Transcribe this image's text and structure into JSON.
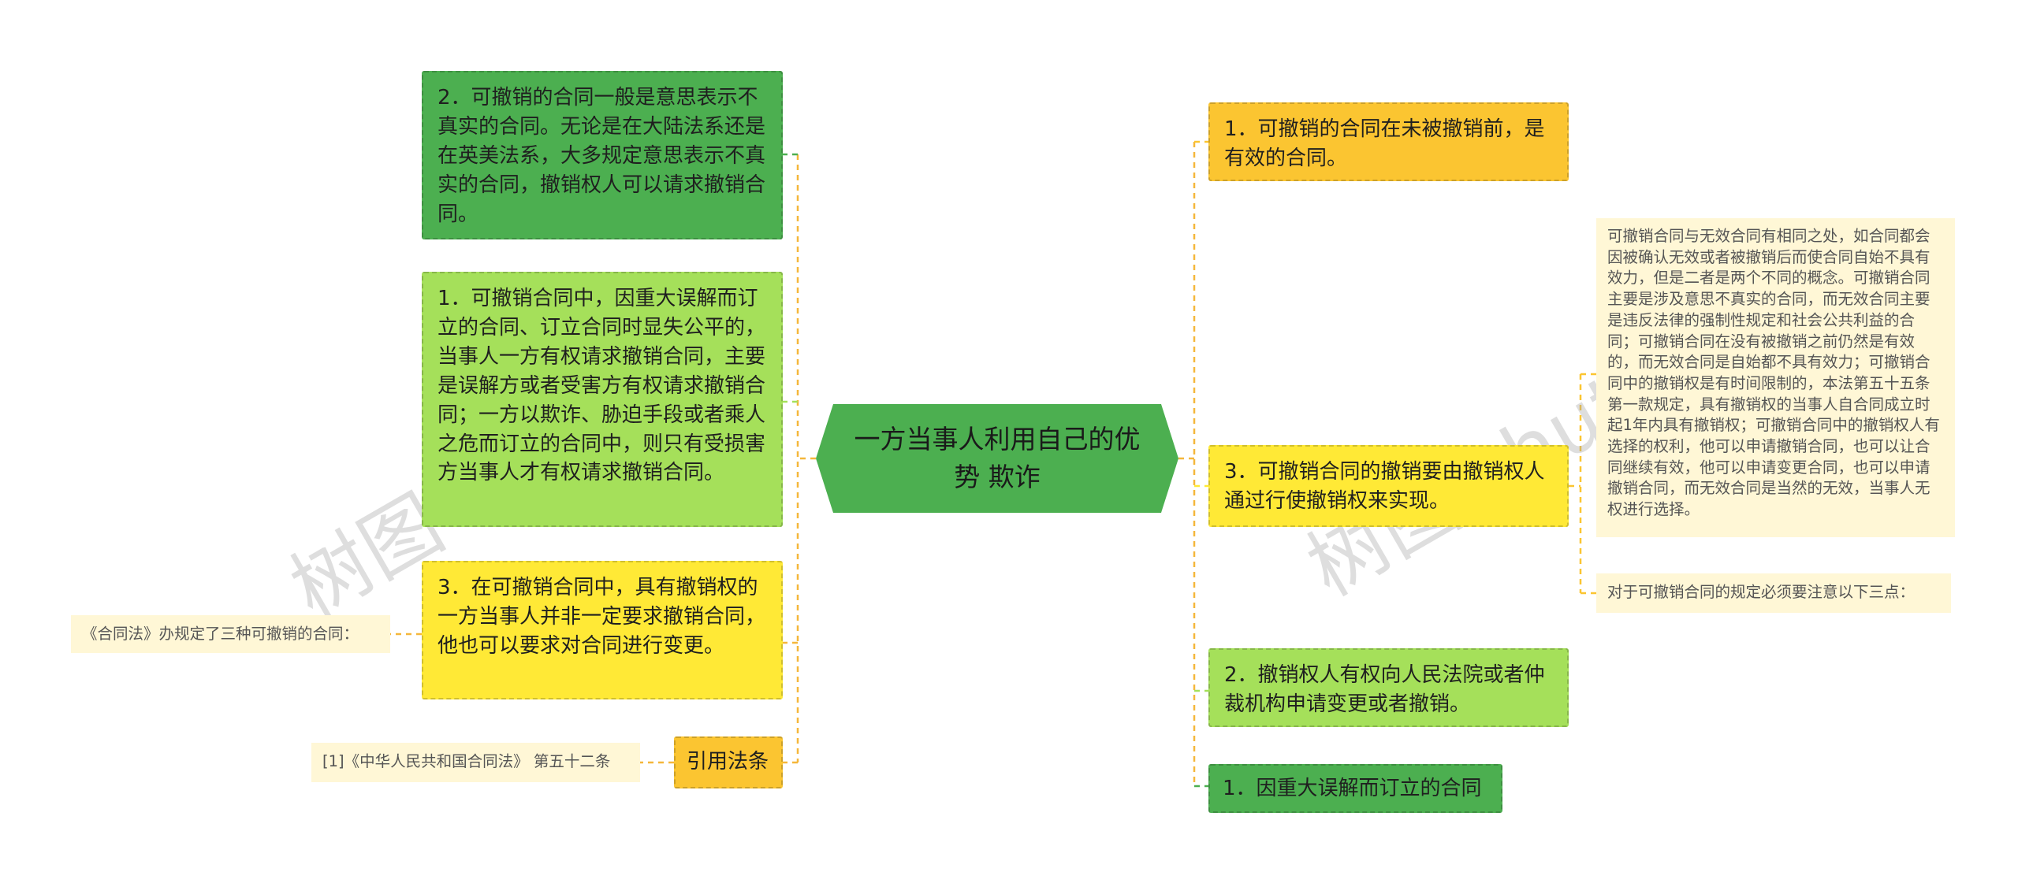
{
  "center": {
    "label": "一方当事人利用自己的优势  欺诈"
  },
  "left": {
    "l2": "2．可撤销的合同一般是意思表示不真实的合同。无论是在大陆法系还是在英美法系，大多规定意思表示不真实的合同，撤销权人可以请求撤销合同。",
    "l1": "1．可撤销合同中，因重大误解而订立的合同、订立合同时显失公平的，当事人一方有权请求撤销合同，主要是误解方或者受害方有权请求撤销合同；一方以欺诈、胁迫手段或者乘人之危而订立的合同中，则只有受损害方当事人才有权请求撤销合同。",
    "l3": "3．在可撤销合同中，具有撤销权的一方当事人并非一定要求撤销合同，他也可以要求对合同进行变更。",
    "l3_note": "《合同法》办规定了三种可撤销的合同：",
    "cite": "引用法条",
    "cite_note": "[1]《中华人民共和国合同法》 第五十二条"
  },
  "right": {
    "r1": "1．可撤销的合同在未被撤销前，是有效的合同。",
    "r3": "3．可撤销合同的撤销要由撤销权人通过行使撤销权来实现。",
    "r3_note1": "可撤销合同与无效合同有相同之处，如合同都会因被确认无效或者被撤销后而使合同自始不具有效力，但是二者是两个不同的概念。可撤销合同主要是涉及意思不真实的合同，而无效合同主要是违反法律的强制性规定和社会公共利益的合同；可撤销合同在没有被撤销之前仍然是有效的，而无效合同是自始都不具有效力；可撤销合同中的撤销权是有时间限制的，本法第五十五条第一款规定，具有撤销权的当事人自合同成立时起1年内具有撤销权；可撤销合同中的撤销权人有选择的权利，他可以申请撤销合同，也可以让合同继续有效，他可以申请变更合同，也可以申请撤销合同，而无效合同是当然的无效，当事人无权进行选择。",
    "r3_note2": "对于可撤销合同的规定必须要注意以下三点：",
    "r2": "2．撤销权人有权向人民法院或者仲裁机构申请变更或者撤销。",
    "r0": "1．因重大误解而订立的合同"
  },
  "watermarks": [
    "树图 shutu.cn",
    "树图 shutu"
  ],
  "colors": {
    "dark_green": "#4caf50",
    "light_green": "#a5e05a",
    "yellow": "#ffe936",
    "orange": "#fbc531",
    "cream": "#fff7d6"
  }
}
